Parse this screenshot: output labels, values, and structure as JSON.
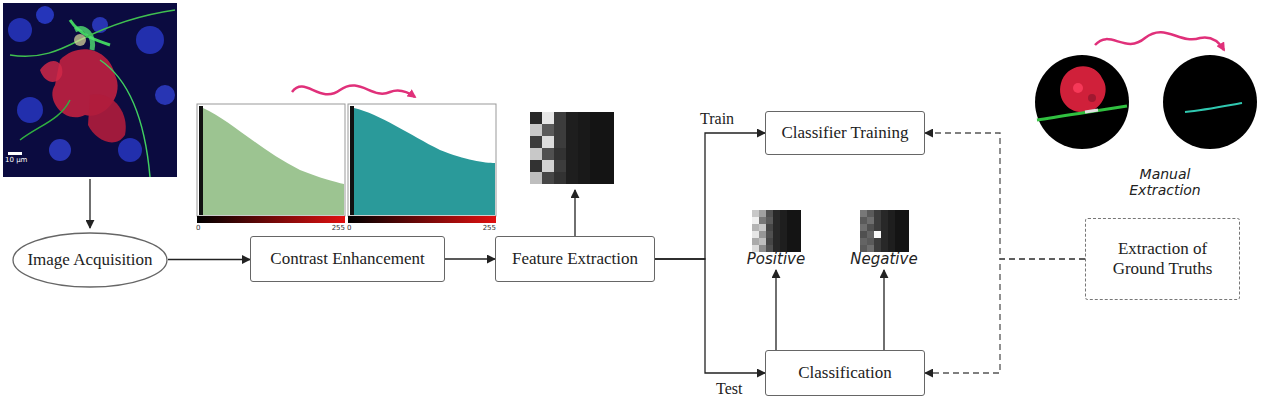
{
  "diagram": {
    "nodes": [
      {
        "text": [
          "Image Acquisition"
        ]
      },
      {
        "text": [
          "Contrast Enhancement"
        ]
      },
      {
        "text": [
          "Feature Extraction"
        ]
      },
      {
        "text": [
          "Classifier Training"
        ]
      },
      {
        "text": [
          "Classification"
        ]
      },
      {
        "text": [
          "Extraction of Ground Truths"
        ]
      }
    ],
    "edges": [
      {
        "from": 0,
        "to": 1,
        "arrow": "to"
      },
      {
        "from": 1,
        "to": 2,
        "arrow": "to"
      },
      {
        "from": 2,
        "to": 3,
        "label": "Train",
        "arrow": "to"
      },
      {
        "from": 2,
        "to": 4,
        "label": "Test",
        "arrow": "to"
      },
      {
        "from": 5,
        "to": 3,
        "arrow": "to"
      },
      {
        "from": 5,
        "to": 4,
        "arrow": "to"
      }
    ],
    "labels": [
      "10 µm",
      "0",
      "255",
      "0",
      "255",
      "Positive",
      "Negative",
      "Manual Extraction"
    ]
  }
}
